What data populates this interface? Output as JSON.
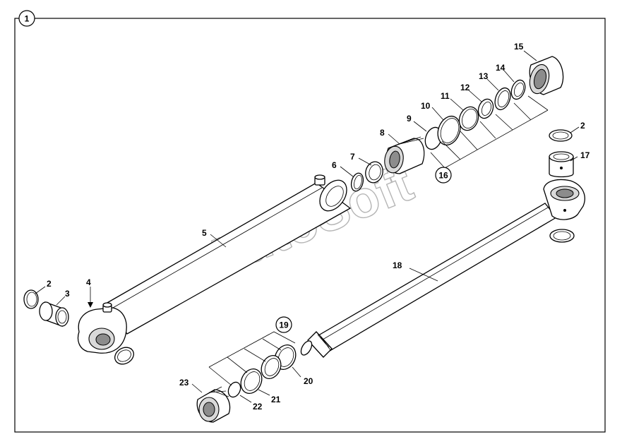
{
  "sheet_number": "1",
  "watermark": "AutoSoft",
  "callouts": {
    "c2a": "2",
    "c2b": "2",
    "c3": "3",
    "c4": "4",
    "c5": "5",
    "c6": "6",
    "c7": "7",
    "c8": "8",
    "c9": "9",
    "c10": "10",
    "c11": "11",
    "c12": "12",
    "c13": "13",
    "c14": "14",
    "c15": "15",
    "c16": "16",
    "c17": "17",
    "c18": "18",
    "c19": "19",
    "c20": "20",
    "c21": "21",
    "c22": "22",
    "c23": "23"
  }
}
